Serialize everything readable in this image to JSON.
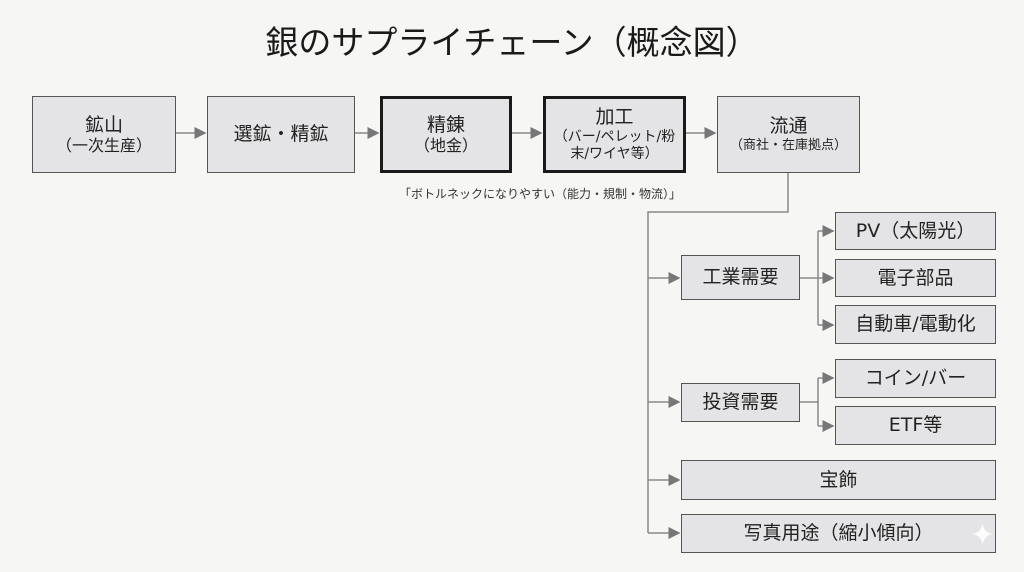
{
  "title": "銀のサプライチェーン（概念図）",
  "flow": [
    {
      "label": "鉱山",
      "sub": "（一次生産）"
    },
    {
      "label": "選鉱・精鉱"
    },
    {
      "label": "精錬",
      "sub": "（地金）"
    },
    {
      "label": "加工",
      "sub": "（バー/ペレット/粉末/ワイヤ等）"
    },
    {
      "label": "流通",
      "sub": "（商社・在庫拠点）"
    }
  ],
  "bottleneck_note": "「ボトルネックになりやすい（能力・規制・物流）」",
  "demand": {
    "industrial": {
      "label": "工業需要",
      "items": [
        "PV（太陽光）",
        "電子部品",
        "自動車/電動化"
      ]
    },
    "investment": {
      "label": "投資需要",
      "items": [
        "コイン/バー",
        "ETF等"
      ]
    },
    "jewelry": "宝飾",
    "photo": "写真用途（縮小傾向）"
  }
}
